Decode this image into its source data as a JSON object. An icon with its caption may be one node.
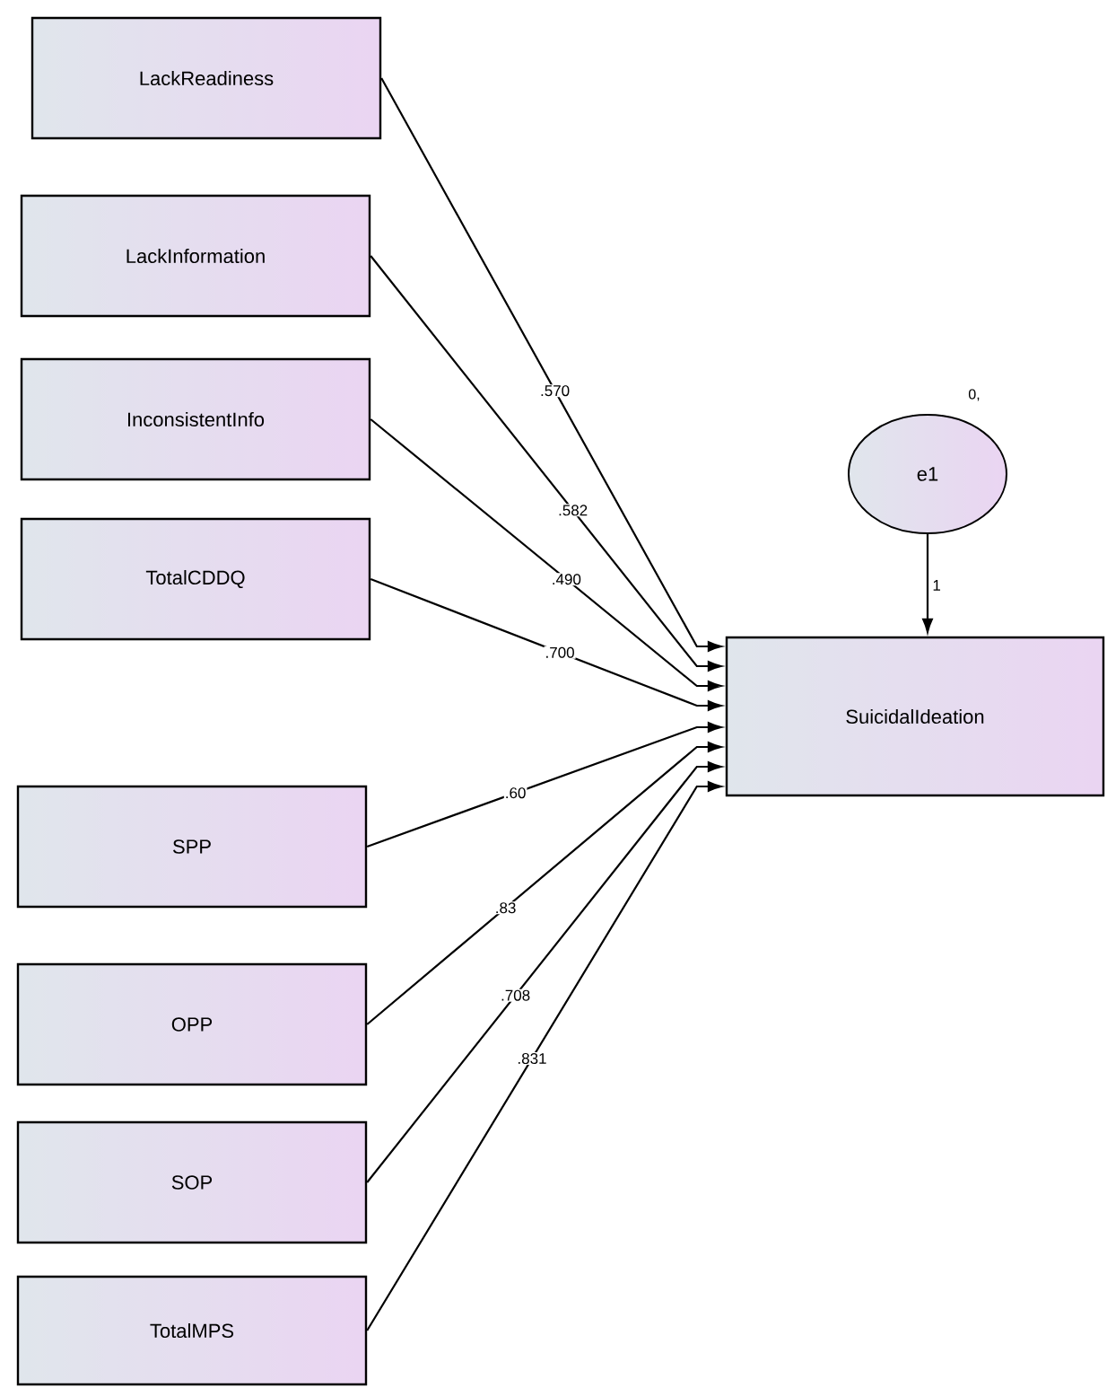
{
  "diagram": {
    "nodes": [
      {
        "text": [
          "LackReadiness"
        ]
      },
      {
        "text": [
          "LackInformation"
        ]
      },
      {
        "text": [
          "InconsistentInfo"
        ]
      },
      {
        "text": [
          "TotalCDDQ"
        ]
      },
      {
        "text": [
          "SPP"
        ]
      },
      {
        "text": [
          "OPP"
        ]
      },
      {
        "text": [
          "SOP"
        ]
      },
      {
        "text": [
          "TotalMPS"
        ]
      },
      {
        "text": [
          "e1"
        ],
        "beside": [
          "0,"
        ]
      },
      {
        "text": [
          "SuicidalIdeation"
        ]
      }
    ],
    "edges": [
      {
        "from": 0,
        "to": 9,
        "arrow": "to",
        "label": ".570"
      },
      {
        "from": 1,
        "to": 9,
        "arrow": "to",
        "label": ".582"
      },
      {
        "from": 2,
        "to": 9,
        "arrow": "to",
        "label": ".490"
      },
      {
        "from": 3,
        "to": 9,
        "arrow": "to",
        "label": ".700"
      },
      {
        "from": 4,
        "to": 9,
        "arrow": "to",
        "label": ".60"
      },
      {
        "from": 5,
        "to": 9,
        "arrow": "to",
        "label": ".83"
      },
      {
        "from": 6,
        "to": 9,
        "arrow": "to",
        "label": ".708"
      },
      {
        "from": 7,
        "to": 9,
        "arrow": "to",
        "label": ".831"
      },
      {
        "from": 8,
        "to": 9,
        "arrow": "to",
        "label": "1"
      }
    ]
  }
}
